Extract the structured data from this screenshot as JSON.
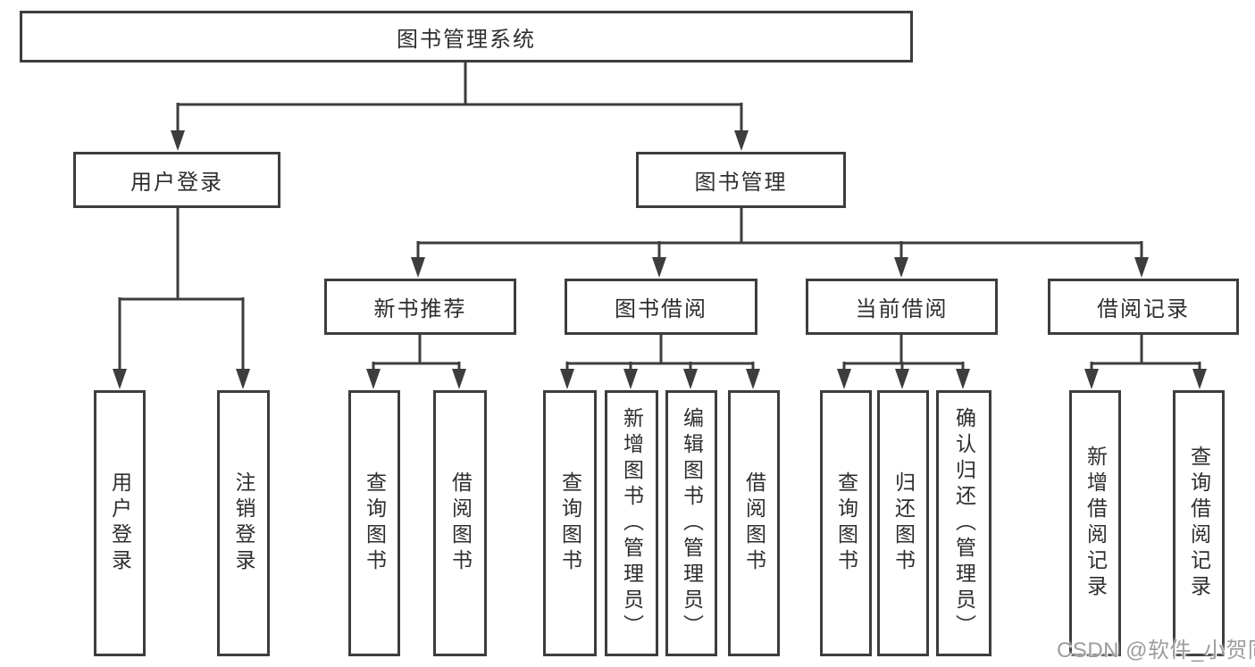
{
  "tree": {
    "root": {
      "label": "图书管理系统"
    },
    "branches": [
      {
        "label": "用户登录",
        "children": [
          {
            "label": "用户登录"
          },
          {
            "label": "注销登录"
          }
        ]
      },
      {
        "label": "图书管理",
        "sections": [
          {
            "label": "新书推荐",
            "children": [
              {
                "label": "查询图书"
              },
              {
                "label": "借阅图书"
              }
            ]
          },
          {
            "label": "图书借阅",
            "children": [
              {
                "label": "查询图书"
              },
              {
                "label": "新增图书（管理员）"
              },
              {
                "label": "编辑图书（管理员）"
              },
              {
                "label": "借阅图书"
              }
            ]
          },
          {
            "label": "当前借阅",
            "children": [
              {
                "label": "查询图书"
              },
              {
                "label": "归还图书"
              },
              {
                "label": "确认归还（管理员）"
              }
            ]
          },
          {
            "label": "借阅记录",
            "children": [
              {
                "label": "新增借阅记录"
              },
              {
                "label": "查询借阅记录"
              }
            ]
          }
        ]
      }
    ]
  },
  "watermark": {
    "text": "CSDN @软件_小贺同学"
  },
  "colors": {
    "line": "#3d3d3d",
    "text": "#2e2e2e",
    "watermark": "#9d9d9d",
    "background": "#ffffff"
  }
}
